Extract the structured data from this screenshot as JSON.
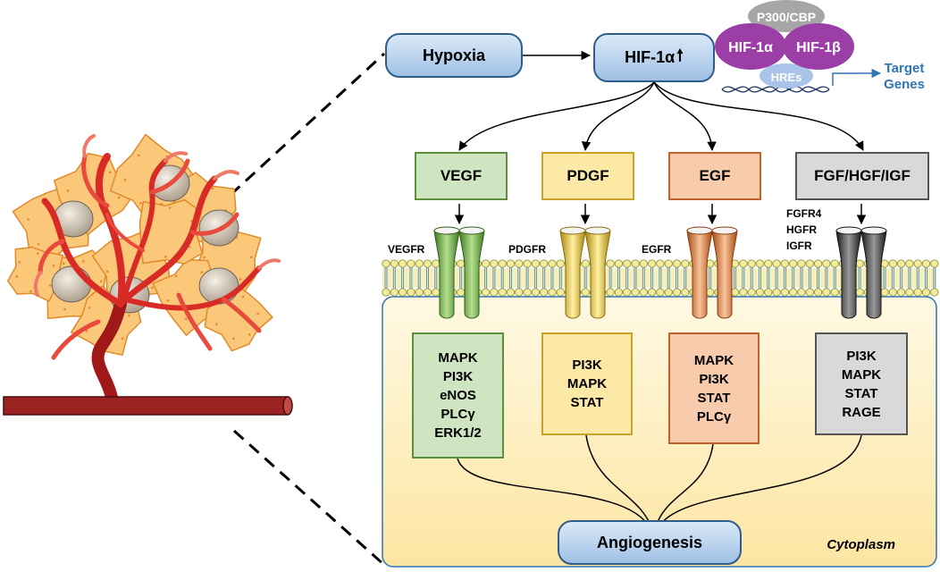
{
  "nodes": {
    "hypoxia": "Hypoxia",
    "hif": "HIF-1α",
    "angiogenesis": "Angiogenesis",
    "cytoplasm": "Cytoplasm"
  },
  "complex": {
    "p300": "P300/CBP",
    "hif1a": "HIF-1α",
    "hif1b": "HIF-1β",
    "hres": "HREs",
    "target_line1": "Target",
    "target_line2": "Genes"
  },
  "factors": [
    {
      "label": "VEGF",
      "fill": "#cfe5c2",
      "border": "#5b8f3c",
      "receptor_labels": [
        "VEGFR"
      ],
      "pathways": [
        "MAPK",
        "PI3K",
        "eNOS",
        "PLCγ",
        "ERK1/2"
      ]
    },
    {
      "label": "PDGF",
      "fill": "#fde9a6",
      "border": "#c9a227",
      "receptor_labels": [
        "PDGFR"
      ],
      "pathways": [
        "PI3K",
        "MAPK",
        "STAT"
      ]
    },
    {
      "label": "EGF",
      "fill": "#f8cbad",
      "border": "#c0622d",
      "receptor_labels": [
        "EGFR"
      ],
      "pathways": [
        "MAPK",
        "PI3K",
        "STAT",
        "PLCγ"
      ]
    },
    {
      "label": "FGF/HGF/IGF",
      "fill": "#d9d9d9",
      "border": "#555555",
      "receptor_labels": [
        "FGFR4",
        "HGFR",
        "IGFR"
      ],
      "pathways": [
        "PI3K",
        "MAPK",
        "STAT",
        "RAGE"
      ]
    }
  ],
  "colors": {
    "receptor_green": "#6aa84f",
    "receptor_yellow": "#e6c229",
    "receptor_orange": "#e07b39",
    "receptor_gray": "#444444",
    "membrane": "#f3e7a0",
    "cytoplasm": "#fdeec0",
    "vessel": "#8b1a1a",
    "tumor_cell": "#fbc87a",
    "capillary": "#e0302a",
    "hif_purple": "#9b3fa6",
    "p300_gray": "#a6a6a6",
    "hre_blue": "#a9c4e8",
    "target_blue": "#2e75b6"
  },
  "icons": [
    "up-arrow-icon",
    "dna-icon"
  ]
}
